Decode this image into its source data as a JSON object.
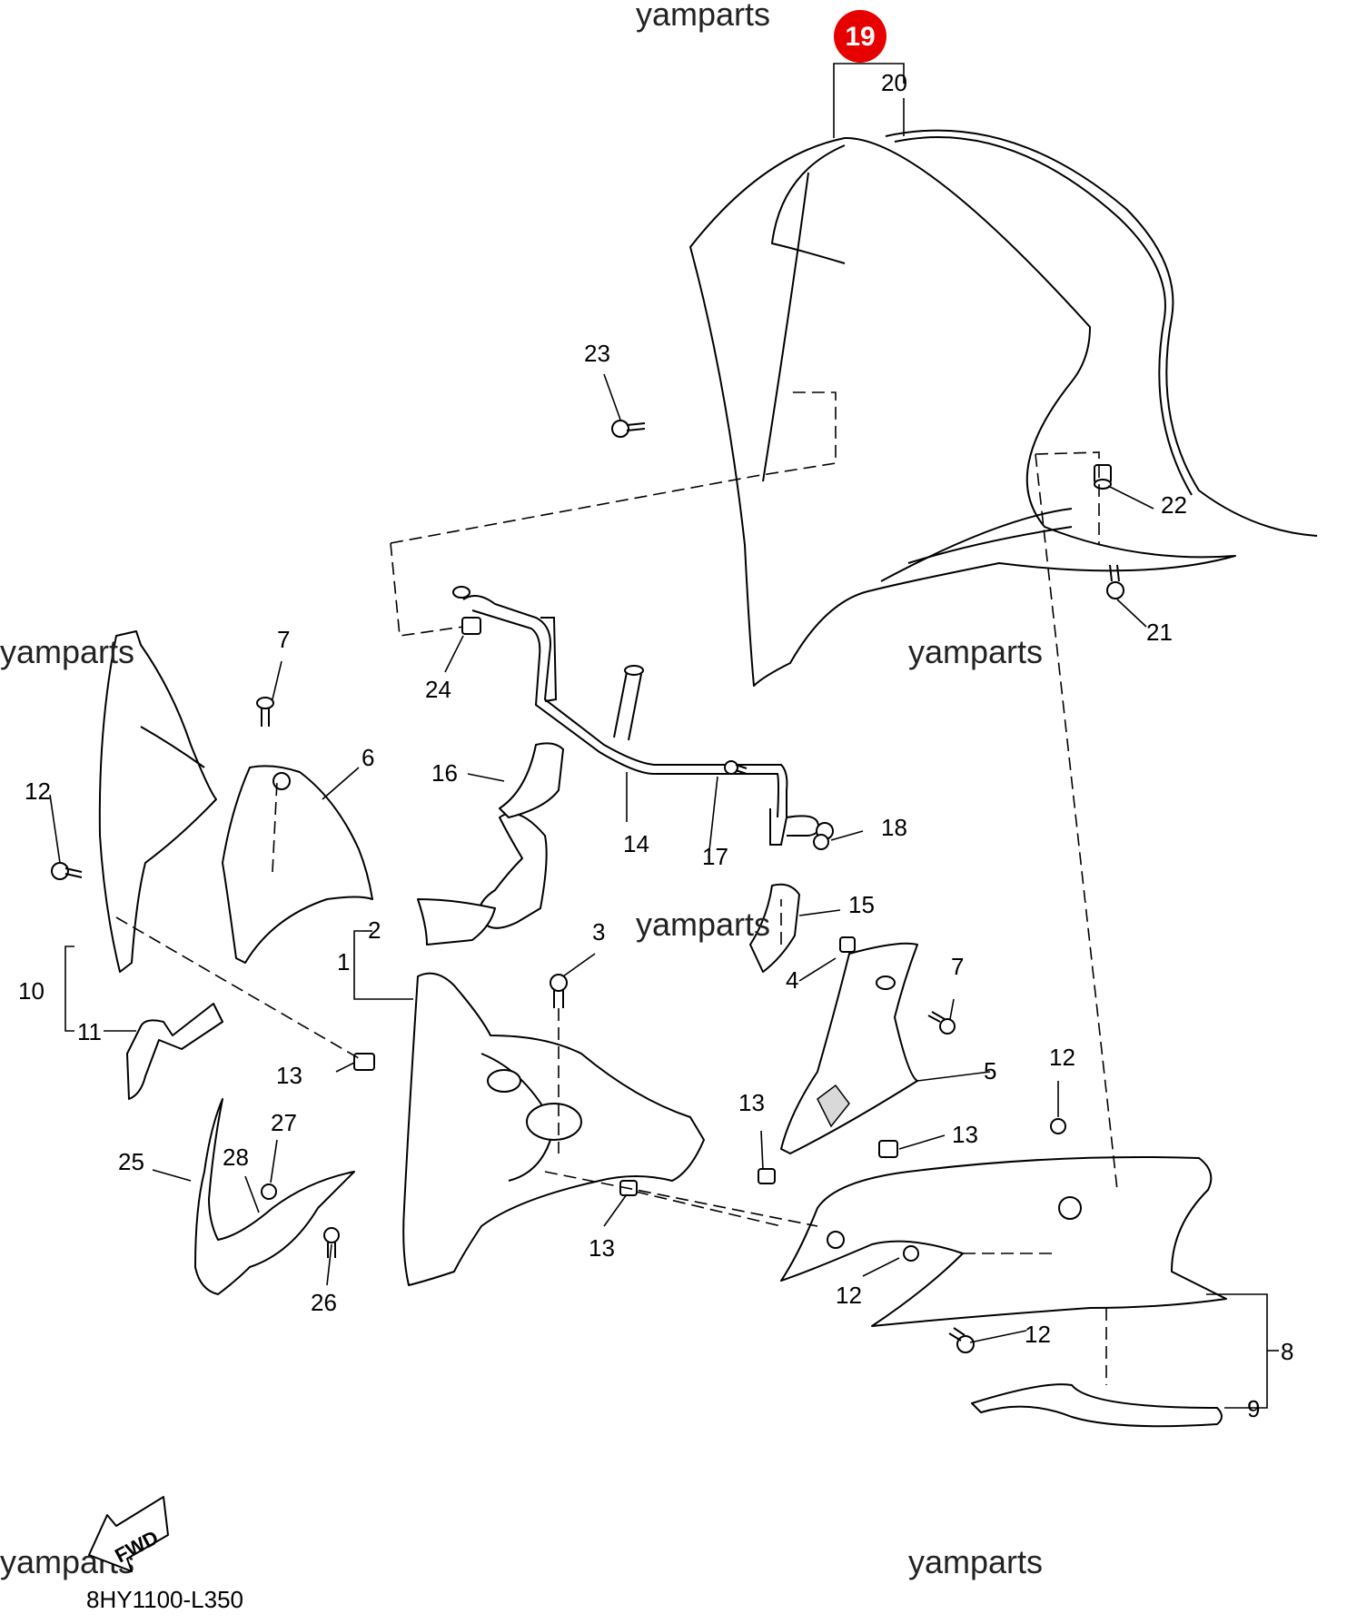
{
  "diagram": {
    "code": "8HY1100-L350",
    "watermark": "yamparts",
    "highlight": {
      "label": "19",
      "color": "#e60000"
    },
    "fwd_label": "FWD",
    "callouts": [
      "1",
      "2",
      "3",
      "4",
      "5",
      "6",
      "7",
      "7",
      "8",
      "9",
      "10",
      "11",
      "12",
      "12",
      "12",
      "12",
      "13",
      "13",
      "13",
      "13",
      "14",
      "15",
      "16",
      "17",
      "18",
      "20",
      "21",
      "22",
      "23",
      "24",
      "25",
      "26",
      "27",
      "28"
    ]
  }
}
